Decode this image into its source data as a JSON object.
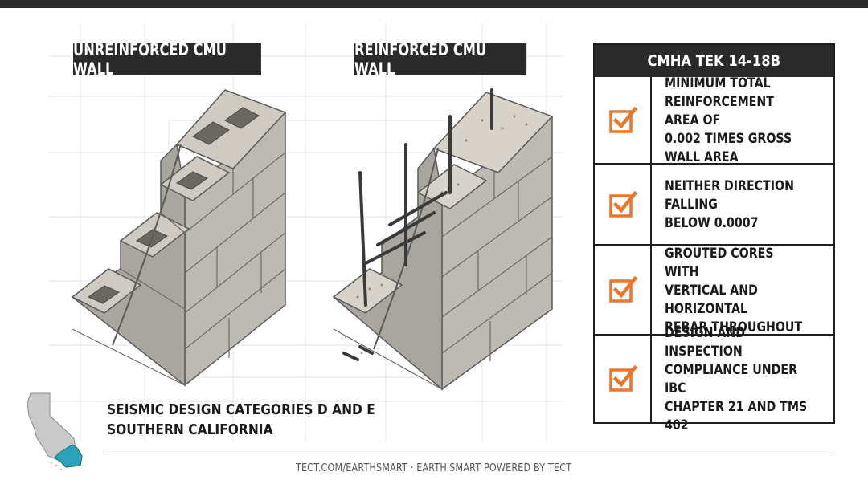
{
  "labels": {
    "unreinforced": "UNREINFORCED CMU WALL",
    "reinforced": "REINFORCED CMU WALL"
  },
  "table": {
    "title": "CMHA TEK 14-18B",
    "rows": [
      {
        "icon": "checkbox-check-icon",
        "text": "MINIMUM TOTAL\nREINFORCEMENT AREA OF\n0.002 TIMES GROSS WALL AREA"
      },
      {
        "icon": "checkbox-check-icon",
        "text": "NEITHER DIRECTION FALLING\nBELOW 0.0007"
      },
      {
        "icon": "checkbox-check-icon",
        "text": "GROUTED CORES WITH\nVERTICAL AND HORIZONTAL\nREBAR THROUGHOUT"
      },
      {
        "icon": "checkbox-check-icon",
        "text": "DESIGN AND INSPECTION\nCOMPLIANCE UNDER IBC\nCHAPTER 21 AND TMS 402"
      }
    ]
  },
  "seismic": {
    "line1": "SEISMIC DESIGN CATEGORIES D AND E",
    "line2": "SOUTHERN CALIFORNIA"
  },
  "footer": "TECT.COM/EARTHSMART · EARTH'SMART POWERED BY TECT",
  "colors": {
    "accent_orange": "#E8762B",
    "map_highlight": "#2AA3B8",
    "map_base": "#C9C9C9",
    "dark": "#2A2A2A",
    "block": "#B9B6AF"
  }
}
